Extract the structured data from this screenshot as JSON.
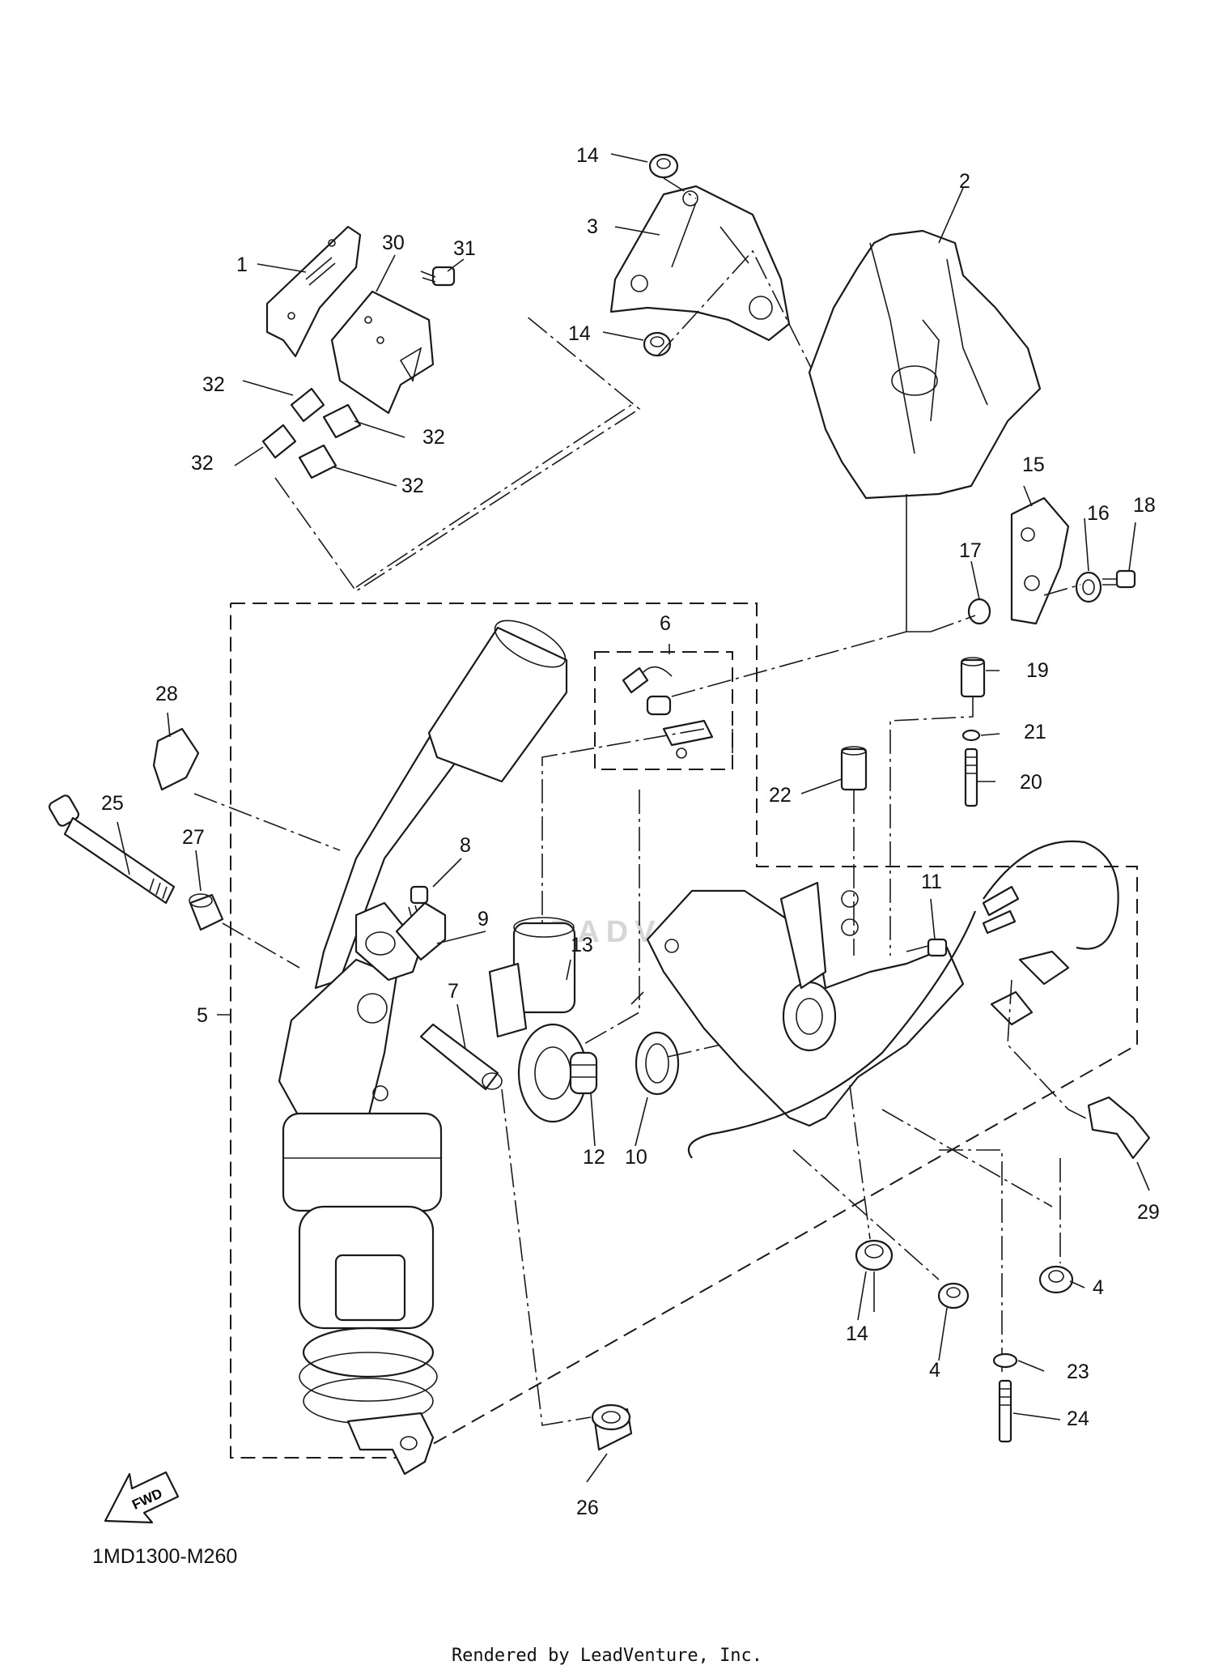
{
  "diagram": {
    "code": "1MD1300-M260",
    "credit": "Rendered by LeadVenture, Inc.",
    "fwd_label": "FWD",
    "watermark": "EADVENTURE"
  },
  "callouts": [
    "1",
    "2",
    "3",
    "4",
    "5",
    "6",
    "7",
    "8",
    "9",
    "10",
    "11",
    "12",
    "13",
    "14",
    "15",
    "16",
    "17",
    "18",
    "19",
    "20",
    "21",
    "22",
    "23",
    "24",
    "25",
    "26",
    "27",
    "28",
    "29",
    "30",
    "31",
    "32"
  ]
}
